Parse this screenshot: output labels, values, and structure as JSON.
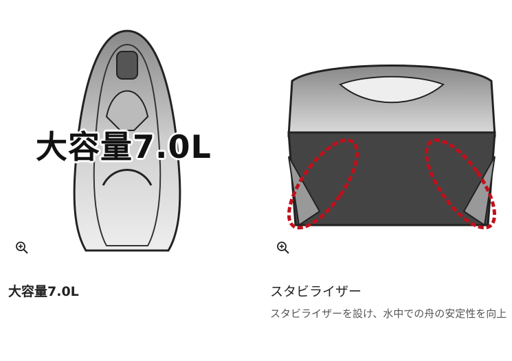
{
  "items": [
    {
      "title": "大容量7.0L",
      "image_overlay_text": "大容量7.0L",
      "zoom_icon": "zoom-in-icon"
    },
    {
      "title": "スタビライザー",
      "description": "スタビライザーを設け、水中での舟の安定性を向上",
      "zoom_icon": "zoom-in-icon"
    }
  ],
  "colors": {
    "highlight": "#c0101a",
    "text": "#222222"
  }
}
